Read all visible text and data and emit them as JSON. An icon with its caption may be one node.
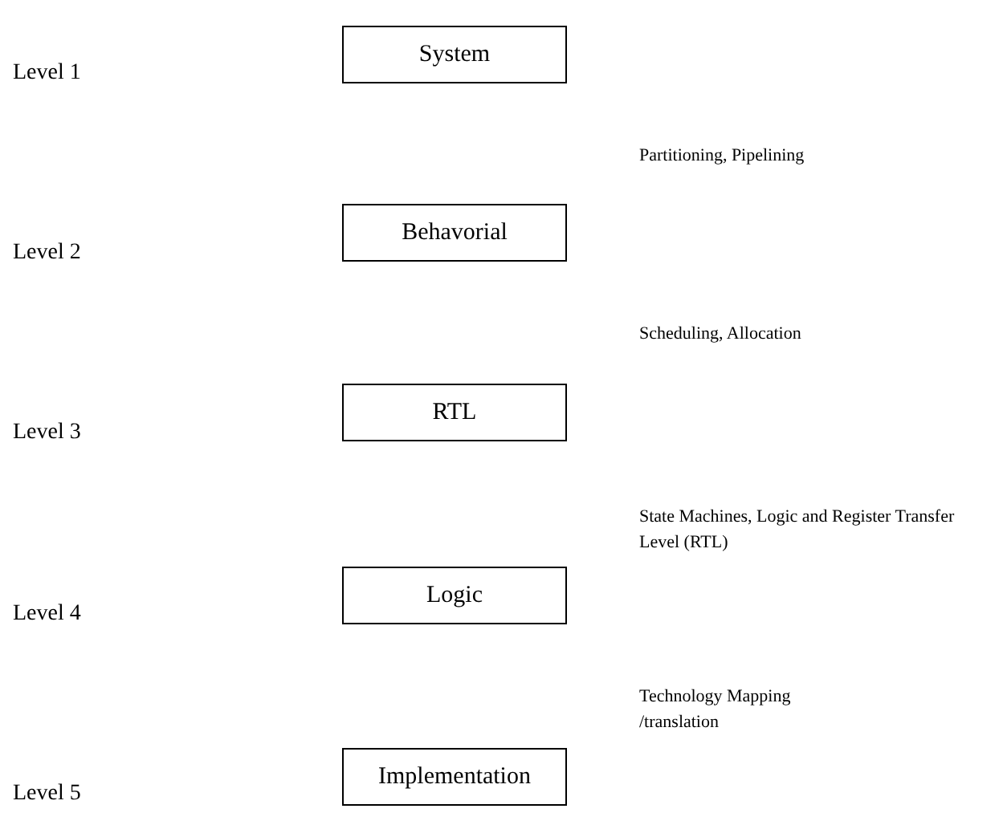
{
  "diagram": {
    "nodes": [
      {
        "text": [
          "System"
        ]
      },
      {
        "text": [
          "Behavorial"
        ]
      },
      {
        "text": [
          "RTL"
        ]
      },
      {
        "text": [
          "Logic"
        ]
      },
      {
        "text": [
          "Implementation"
        ]
      }
    ],
    "labels": [
      "Level 1",
      "Partitioning, Pipelining",
      "Level 2",
      "Scheduling, Allocation",
      "Level 3",
      "State Machines, Logic and Register Transfer Level (RTL)",
      "Level 4",
      "Technology Mapping /translation",
      "Level 5"
    ]
  }
}
